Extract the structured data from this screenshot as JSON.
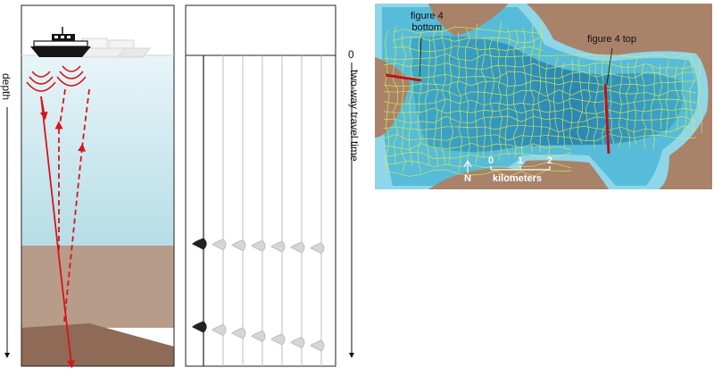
{
  "cross_section": {
    "depth_label": "depth",
    "colors": {
      "water_top": "#e8f5f8",
      "water_bottom": "#b6dde6",
      "sediment_upper": "#b79c8a",
      "sediment_lower": "#8f6a57",
      "ray": "#d7141a"
    }
  },
  "seismogram": {
    "zero_label": "0",
    "time_axis_label": "two-way travel time",
    "trace_count": 7
  },
  "map": {
    "label_bottom": {
      "line1": "figure 4",
      "line2": "bottom"
    },
    "label_top": "figure 4 top",
    "north": "N",
    "scale_ticks": [
      "0",
      "1",
      "2"
    ],
    "scale_unit": "kilometers",
    "colors": {
      "land": "#a9826a",
      "water_light": "#7fcfe3",
      "water_mid": "#3fa9cc",
      "water_deep": "#2a86b4",
      "tracks": "#d9ee4a",
      "profile": "#c0101e"
    }
  }
}
